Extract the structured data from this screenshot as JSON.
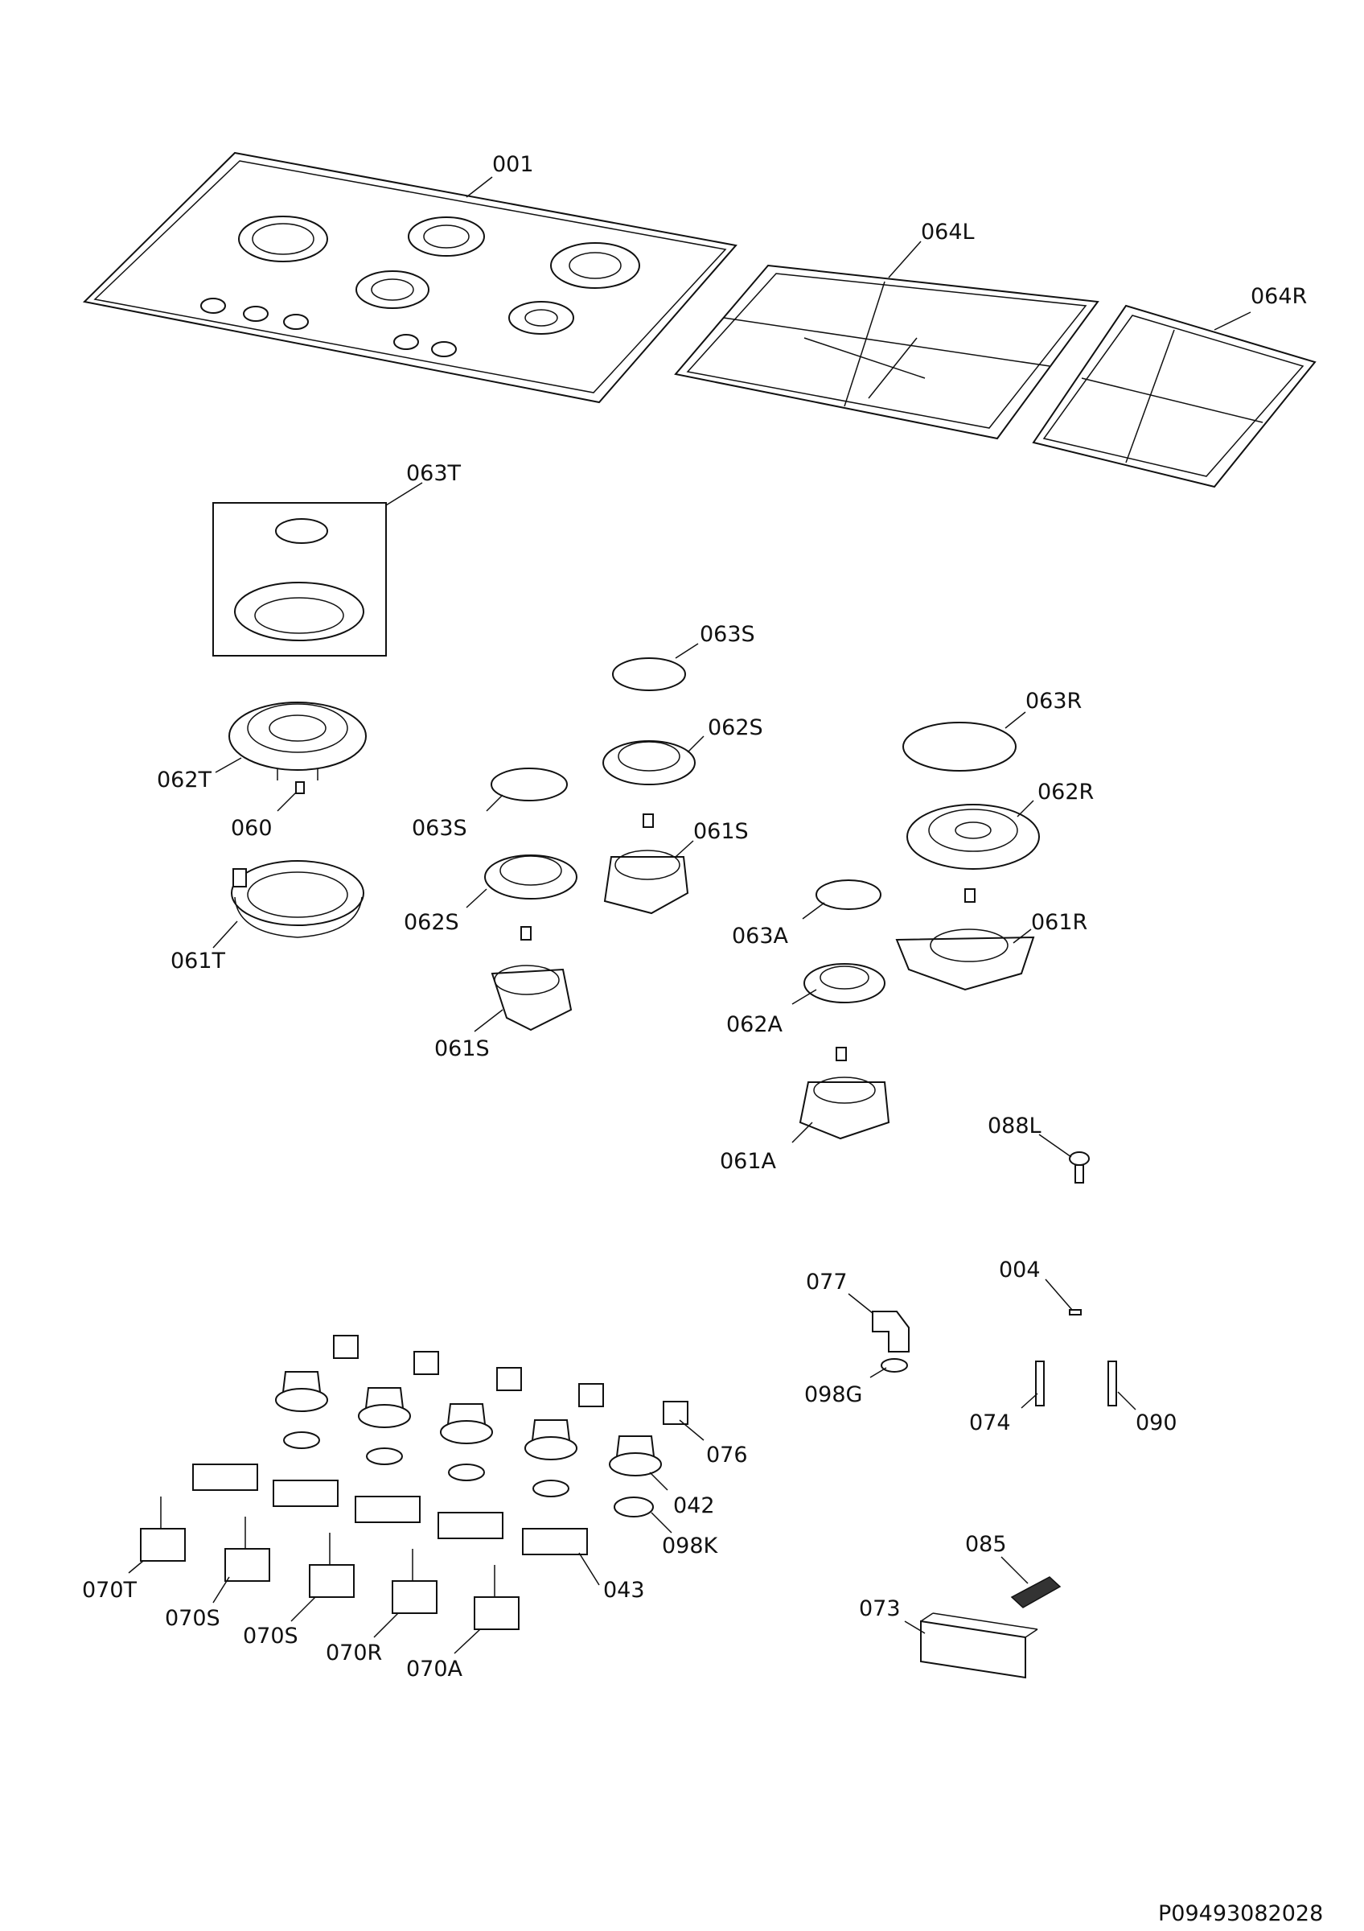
{
  "labels": {
    "l001": "001",
    "l064L": "064L",
    "l064R": "064R",
    "l063T": "063T",
    "l063S_top": "063S",
    "l062S_top": "062S",
    "l063R": "063R",
    "l062T": "062T",
    "l060": "060",
    "l063S_left": "063S",
    "l061S_top": "061S",
    "l062R": "062R",
    "l061T": "061T",
    "l062S_left": "062S",
    "l063A": "063A",
    "l061R": "061R",
    "l061S_bottom": "061S",
    "l062A": "062A",
    "l088L": "088L",
    "l061A": "061A",
    "l077": "077",
    "l004": "004",
    "l098G": "098G",
    "l074": "074",
    "l090": "090",
    "l076": "076",
    "l042": "042",
    "l098K": "098K",
    "l070T": "070T",
    "l043": "043",
    "l070S_a": "070S",
    "l070S_b": "070S",
    "l070R": "070R",
    "l070A": "070A",
    "l085": "085",
    "l073": "073"
  },
  "reference_code": "P09493082028"
}
